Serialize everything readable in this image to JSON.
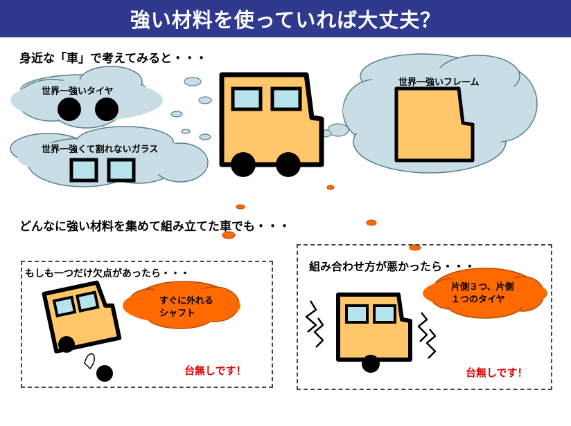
{
  "title": "強い材料を使っていれば大丈夫？",
  "section1": {
    "heading": "身近な「車」で考えてみると・・・",
    "clouds": {
      "tire": "世界一強いタイヤ",
      "glass": "世界一強くて割れないガラス",
      "frame": "世界一強いフレーム"
    }
  },
  "section2": {
    "heading": "どんなに強い材料を集めて組み立てた車でも・・・",
    "left_panel": {
      "caption": "もしも一つだけ欠点があったら・・・",
      "bubble_line1": "すぐに外れる",
      "bubble_line2": "シャフト",
      "verdict": "台無しです！"
    },
    "right_panel": {
      "caption": "組み合わせ方が悪かったら・・・",
      "bubble_line1": "片側３つ、片側",
      "bubble_line2": "１つのタイヤ",
      "verdict": "台無しです！"
    }
  },
  "colors": {
    "title_bar": "#2f3a8f",
    "cloud_fill": "#c9dde6",
    "car_body": "#ffc76a",
    "window": "#b7e3ec",
    "orange_bubble": "#ff6a00",
    "verdict_red": "#e00000"
  }
}
